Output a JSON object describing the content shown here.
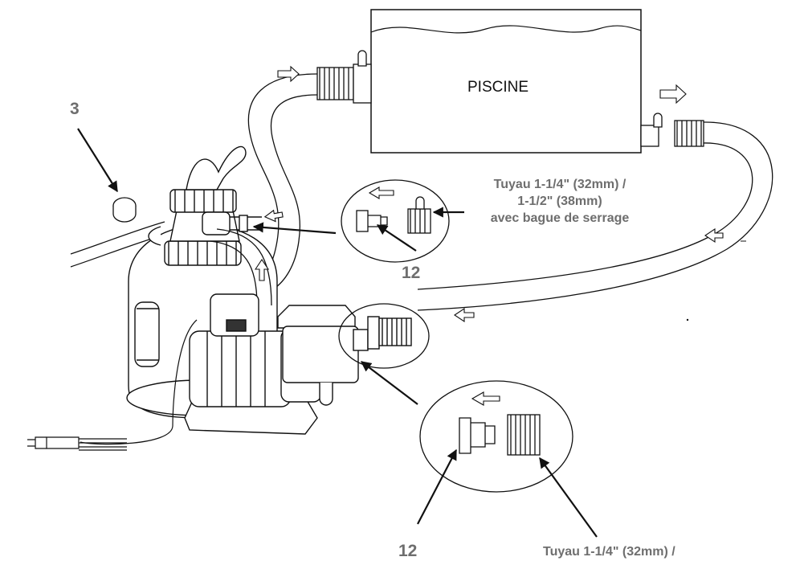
{
  "pool": {
    "label": "PISCINE"
  },
  "callouts": {
    "cap_number": "3",
    "top_connector_number": "12",
    "bottom_connector_number": "12"
  },
  "hose_notes": {
    "top_line1": "Tuyau 1-1/4\" (32mm) /",
    "top_line2": "1-1/2\" (38mm)",
    "top_line3": "avec bague de serrage",
    "bottom_line1": "Tuyau 1-1/4\" (32mm) /"
  },
  "colors": {
    "label_gray": "#6e6e6e",
    "line": "#111111"
  }
}
